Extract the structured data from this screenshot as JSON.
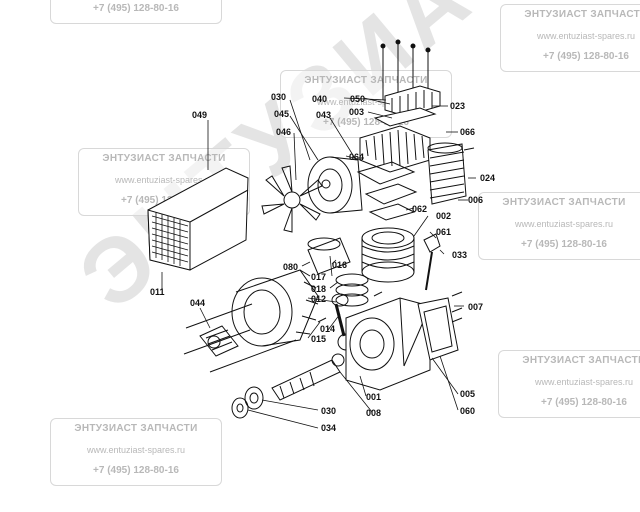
{
  "watermark": {
    "title": "ЭНТУЗИАСТ ЗАПЧАСТИ",
    "url": "www.entuziast-spares.ru",
    "phone": "+7 (495) 128-80-16",
    "big": "ЭНТУЗИАСТ!"
  },
  "parts": {
    "p049": "049",
    "p011": "011",
    "p044": "044",
    "p012": "012",
    "p015": "015",
    "p014": "014",
    "p018": "018",
    "p017": "017",
    "p016": "016",
    "p080": "080",
    "p030a": "030",
    "p045": "045",
    "p046": "046",
    "p043": "043",
    "p040": "040",
    "p050": "050",
    "p003": "003",
    "p023": "023",
    "p064": "064",
    "p066": "066",
    "p024": "024",
    "p006": "006",
    "p062": "062",
    "p002": "002",
    "p061": "061",
    "p033": "033",
    "p007": "007",
    "p001": "001",
    "p008": "008",
    "p005": "005",
    "p060": "060",
    "p030b": "030",
    "p034": "034"
  }
}
